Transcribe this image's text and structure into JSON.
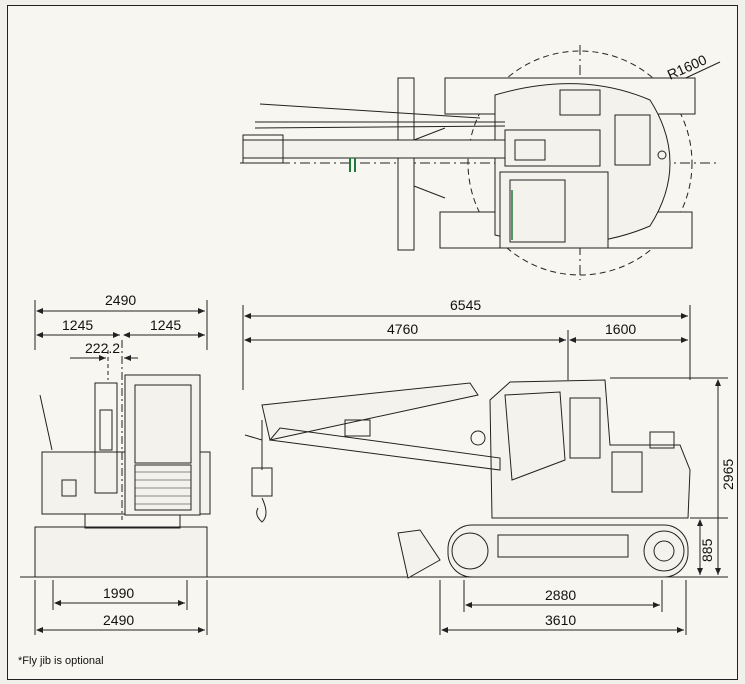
{
  "dimensions": {
    "top_radius": "R1600",
    "front_total_width": "2490",
    "front_half_left": "1245",
    "front_half_right": "1245",
    "front_offset": "222.2",
    "front_track_span": "1990",
    "front_bottom_width": "2490",
    "side_total_length": "6545",
    "side_front_length": "4760",
    "side_rear_length": "1600",
    "side_height": "2965",
    "side_track_height": "885",
    "side_track_length": "2880",
    "side_track_total": "3610"
  },
  "note": "*Fly jib is optional",
  "colors": {
    "line": "#222222",
    "accent": "#1e7a3a",
    "background": "#f7f6f0"
  }
}
